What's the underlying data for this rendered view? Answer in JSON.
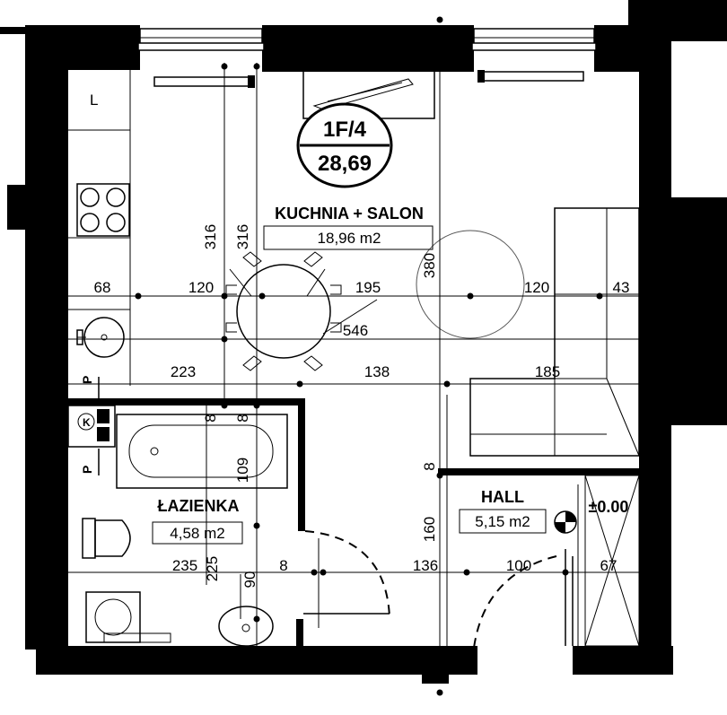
{
  "unit_badge": {
    "unit_id": "1F/4",
    "total_area": "28,69"
  },
  "rooms": {
    "kitchen_living": {
      "name": "KUCHNIA + SALON",
      "area": "18,96 m2"
    },
    "bathroom": {
      "name": "ŁAZIENKA",
      "area": "4,58 m2"
    },
    "hall": {
      "name": "HALL",
      "area": "5,15 m2"
    }
  },
  "level_mark": "±0.00",
  "kitchen_marker": "L",
  "installation_marks": {
    "p_upper": "P",
    "p_lower": "P",
    "k": "K"
  },
  "dimensions": {
    "row_upper": [
      "68",
      "120",
      "195",
      "120",
      "43"
    ],
    "row_middle": [
      "223",
      "138",
      "185"
    ],
    "row_lower": [
      "235",
      "90",
      "8",
      "136",
      "100",
      "67"
    ],
    "vertical": [
      "316",
      "316",
      "380",
      "109",
      "160",
      "225",
      "8",
      "8",
      "8"
    ],
    "table_diagonal": "546"
  }
}
